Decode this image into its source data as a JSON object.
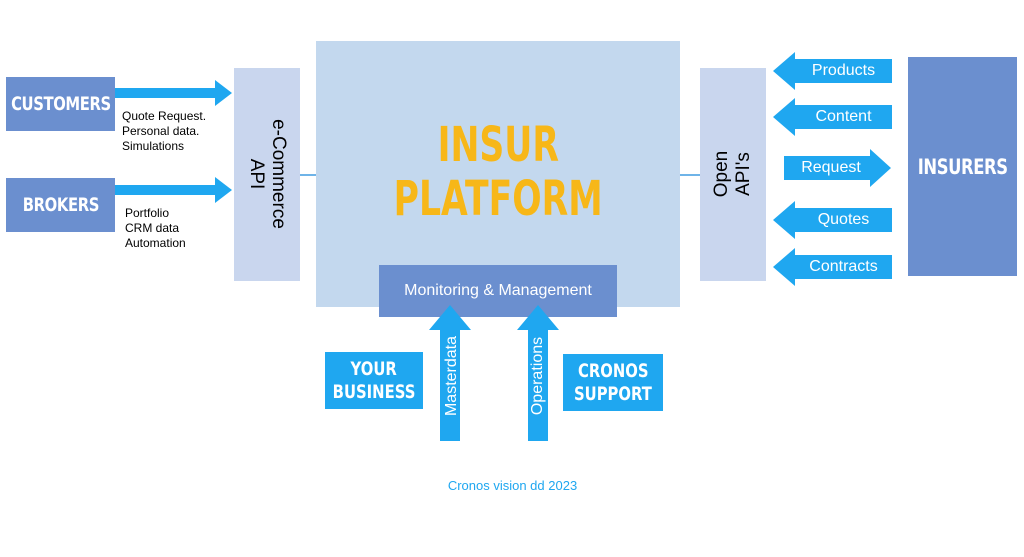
{
  "left": {
    "customers": "CUSTOMERS",
    "customers_notes": [
      "Quote Request.",
      "Personal data.",
      "Simulations"
    ],
    "brokers": "BROKERS",
    "brokers_notes": [
      "Portfolio",
      "CRM data",
      "Automation"
    ]
  },
  "ecommerce_api": {
    "line1": "e-Commerce",
    "line2": "API"
  },
  "platform": {
    "title_line1": "INSUR",
    "title_line2": "PLATFORM",
    "monitoring": "Monitoring & Management"
  },
  "open_apis": {
    "line1": "Open",
    "line2": "API's"
  },
  "right": {
    "insurers": "INSURERS",
    "arrows": [
      "Products",
      "Content",
      "Request",
      "Quotes",
      "Contracts"
    ]
  },
  "bottom": {
    "your_business": [
      "YOUR",
      "BUSINESS"
    ],
    "masterdata": "Masterdata",
    "operations": "Operations",
    "cronos_support": [
      "CRONOS",
      "SUPPORT"
    ]
  },
  "caption": "Cronos vision dd 2023",
  "colors": {
    "dark_box": "#6b8fcf",
    "light_box": "#c9d6ee",
    "platform_bg": "#c3d8ee",
    "arrow_blue": "#1fa7f0",
    "title_gold": "#f7b718"
  }
}
